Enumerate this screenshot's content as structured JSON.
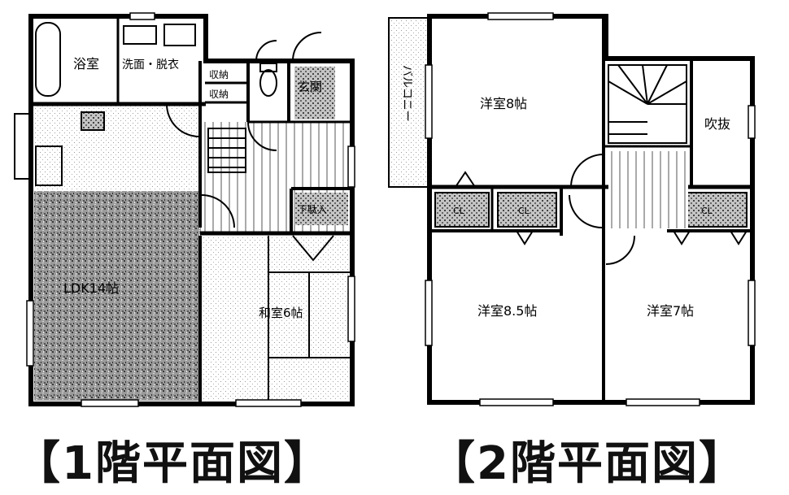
{
  "floor1": {
    "caption": "【1階平面図】",
    "rooms": {
      "bath": "浴室",
      "washroom": "洗面・脱衣",
      "storage1": "収納",
      "storage2": "収納",
      "entrance": "玄関",
      "ldk": "LDK14帖",
      "shoebox": "下駄入",
      "washitsu": "和室6帖"
    }
  },
  "floor2": {
    "caption": "【2階平面図】",
    "rooms": {
      "balcony": "バルコニー",
      "room_a": "洋室8帖",
      "fukinuke": "吹抜",
      "cl1": "CL",
      "cl2": "CL",
      "cl3": "CL",
      "room_b": "洋室8.5帖",
      "room_c": "洋室7帖"
    }
  },
  "colors": {
    "wall": "#000000",
    "floor_fill": "#8a8a8a",
    "paper": "#ffffff"
  }
}
